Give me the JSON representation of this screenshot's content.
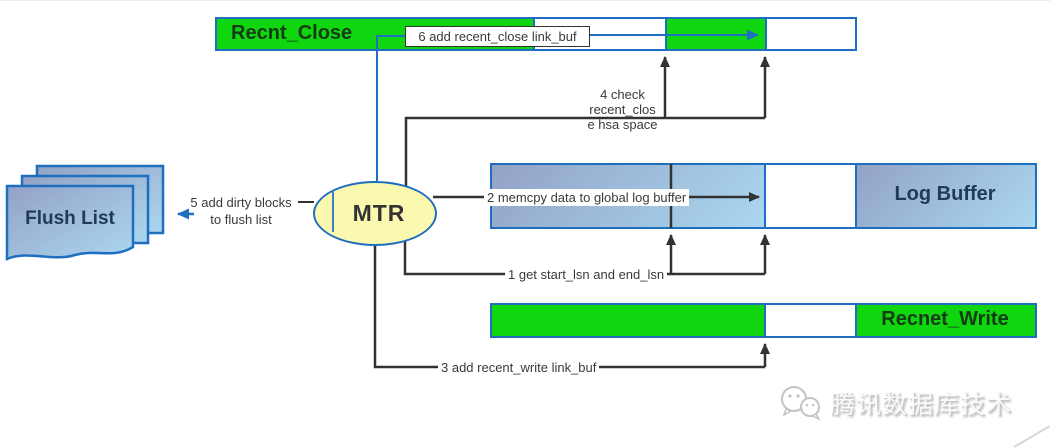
{
  "bars": {
    "recent_close": {
      "title": "Recnt_Close"
    },
    "log_buffer": {
      "title": "Log Buffer"
    },
    "recent_write": {
      "title": "Recnet_Write"
    }
  },
  "nodes": {
    "mtr": {
      "label": "MTR"
    },
    "flush_list": {
      "label": "Flush List"
    }
  },
  "steps": {
    "s1": "1 get start_lsn and end_lsn",
    "s2": "2 memcpy data to global log buffer",
    "s3": "3 add recent_write link_buf",
    "s4": "4 check\nrecent_clos\ne hsa space",
    "s5": "5 add dirty blocks\nto flush list",
    "s6": "6 add recent_close link_buf"
  },
  "watermark": {
    "text": "腾讯数据库技术",
    "logo": "wechat-bubbles-icon"
  },
  "colors": {
    "green": "#0fd60f",
    "border_blue": "#1e6fc0",
    "gradient_start": "#93a2c4",
    "gradient_end": "#abd7f0",
    "mtr_yellow": "#fbf9b0",
    "connector_black": "#323232",
    "title_dark_green": "#143c14",
    "title_navy": "#21395a"
  }
}
